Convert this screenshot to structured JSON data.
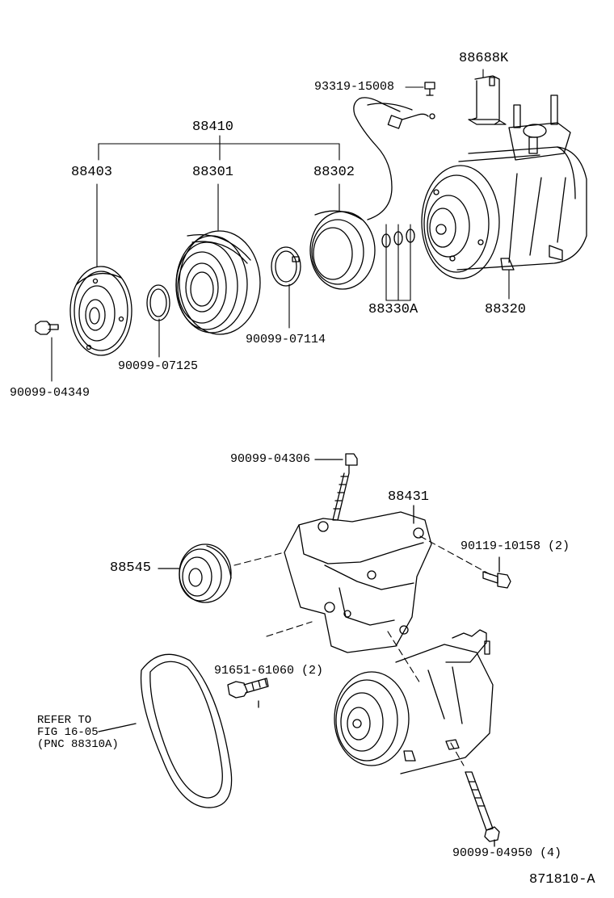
{
  "parts": {
    "p88688K": "88688K",
    "p93319_15008": "93319-15008",
    "p88410": "88410",
    "p88403": "88403",
    "p88301": "88301",
    "p88302": "88302",
    "p88330A": "88330A",
    "p88320": "88320",
    "p90099_07114": "90099-07114",
    "p90099_07125": "90099-07125",
    "p90099_04349": "90099-04349",
    "p90099_04306": "90099-04306",
    "p88431": "88431",
    "p90119_10158": "90119-10158 (2)",
    "p88545": "88545",
    "p91651_61060": "91651-61060 (2)",
    "p90099_04950": "90099-04950 (4)"
  },
  "refer": {
    "line1": "REFER TO",
    "line2": "FIG 16-05",
    "line3": "(PNC 88310A)"
  },
  "figure_code": "871810-A"
}
